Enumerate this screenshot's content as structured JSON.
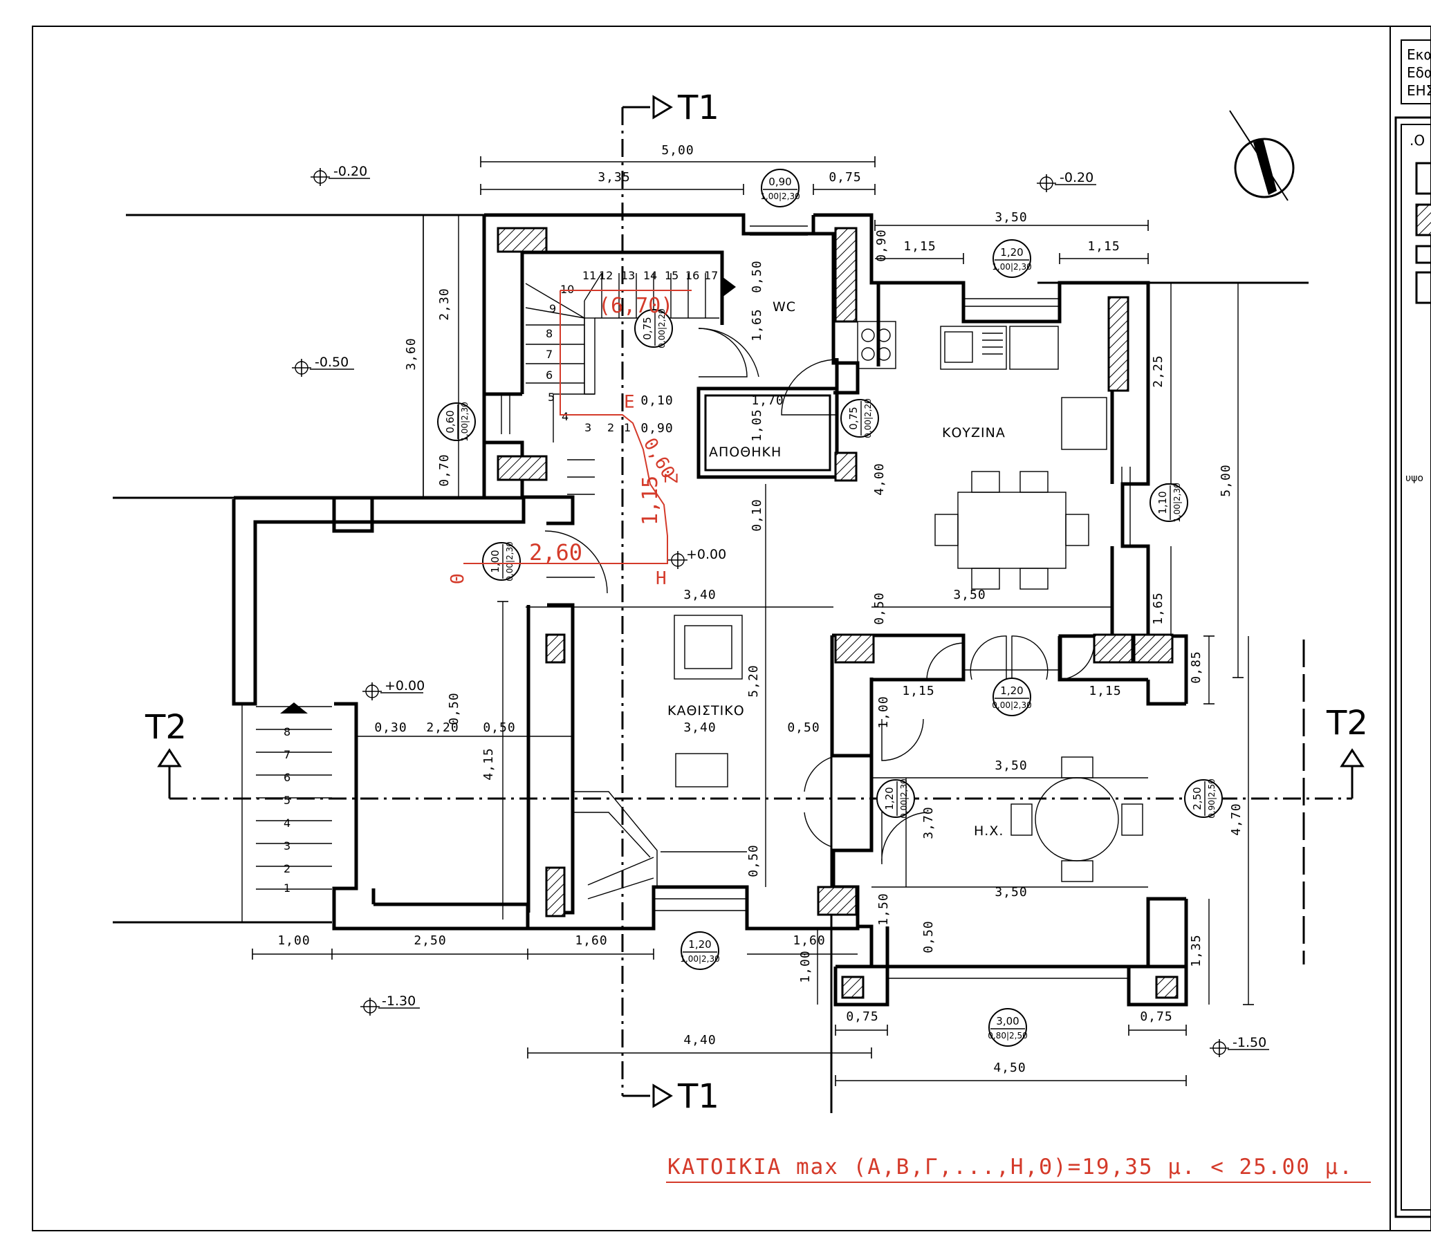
{
  "plan": {
    "rooms": {
      "wc": "WC",
      "storage": "ΑΠΟΘΗΚΗ",
      "kitchen": "ΚΟΥΖΙΝΑ",
      "living": "ΚΑΘΙΣΤΙΚΟ",
      "dining": "Η.Χ."
    },
    "sections": {
      "t1_top": "T1",
      "t1_bottom": "T1",
      "t2_left": "T2",
      "t2_right": "T2"
    },
    "levels": [
      {
        "value": "-0.20"
      },
      {
        "value": "-0.20"
      },
      {
        "value": "-0.50"
      },
      {
        "value": "+0.00"
      },
      {
        "value": "+0.00"
      },
      {
        "value": "-1.30"
      },
      {
        "value": "-1.50"
      }
    ],
    "window_tags": [
      {
        "top": "0,90",
        "bottom": "1,00|2,30"
      },
      {
        "top": "1,20",
        "bottom": "1,00|2,30"
      },
      {
        "top": "0,75",
        "bottom": "0,00|2,20"
      },
      {
        "top": "0,60",
        "bottom": "1,00|2,30"
      },
      {
        "top": "0,75",
        "bottom": "0,00|2,20"
      },
      {
        "top": "1,10",
        "bottom": "1,00|2,30"
      },
      {
        "top": "1,00",
        "bottom": "0,00|2,30"
      },
      {
        "top": "1,20",
        "bottom": "0,00|2,30"
      },
      {
        "top": "1,20",
        "bottom": "0,00|2,30"
      },
      {
        "top": "2,50",
        "bottom": "0,90|2,50"
      },
      {
        "top": "1,20",
        "bottom": "1,00|2,30"
      },
      {
        "top": "3,00",
        "bottom": "0,80|2,50"
      }
    ],
    "dims": {
      "top": [
        "5,00",
        "3,35",
        "0,75",
        "3,50",
        "1,15",
        "1,15"
      ],
      "left": [
        "2,30",
        "3,60",
        "0,70"
      ],
      "right": [
        "2,25",
        "5,00",
        "1,65",
        "0,85",
        "4,70",
        "1,35"
      ],
      "interior": [
        "0,50",
        "1,65",
        "0,90",
        "1,70",
        "0,10",
        "0,90",
        "1,05",
        "0,10",
        "4,00",
        "3,40",
        "0,50",
        "3,50",
        "5,20",
        "0,50",
        "1,15",
        "1,15",
        "1,00",
        "3,50",
        "3,70",
        "3,50",
        "1,50",
        "0,50",
        "0,30",
        "2,20",
        "0,50",
        "3,40",
        "0,50",
        "4,15",
        "0,50"
      ],
      "bottom": [
        "1,00",
        "2,50",
        "1,60",
        "1,60",
        "1,00",
        "0,75",
        "0,75",
        "4,40",
        "4,50"
      ]
    },
    "stair_upper_steps": [
      "1",
      "2",
      "3",
      "4",
      "5",
      "6",
      "7",
      "8",
      "9",
      "10",
      "11",
      "12",
      "13",
      "14",
      "15",
      "16",
      "17"
    ],
    "stair_lower_steps": [
      "1",
      "2",
      "3",
      "4",
      "5",
      "6",
      "7",
      "8"
    ],
    "red_notes": {
      "r1": "(6,70)",
      "r2": "Ε",
      "r3": "0,60",
      "r4": "Ζ",
      "r5": "1,15",
      "r6": "2,60",
      "r7": "Θ",
      "r8": "Η",
      "summary": "ΚΑΤΟΙΚΙΑ max (Α,Β,Γ,...,Η,Θ)=19,35 μ. < 25.00 μ."
    },
    "title_block_fragments": [
      "Εκα",
      "Εδα",
      "ΕΗΣ",
      ".Ο",
      "υψο"
    ]
  }
}
